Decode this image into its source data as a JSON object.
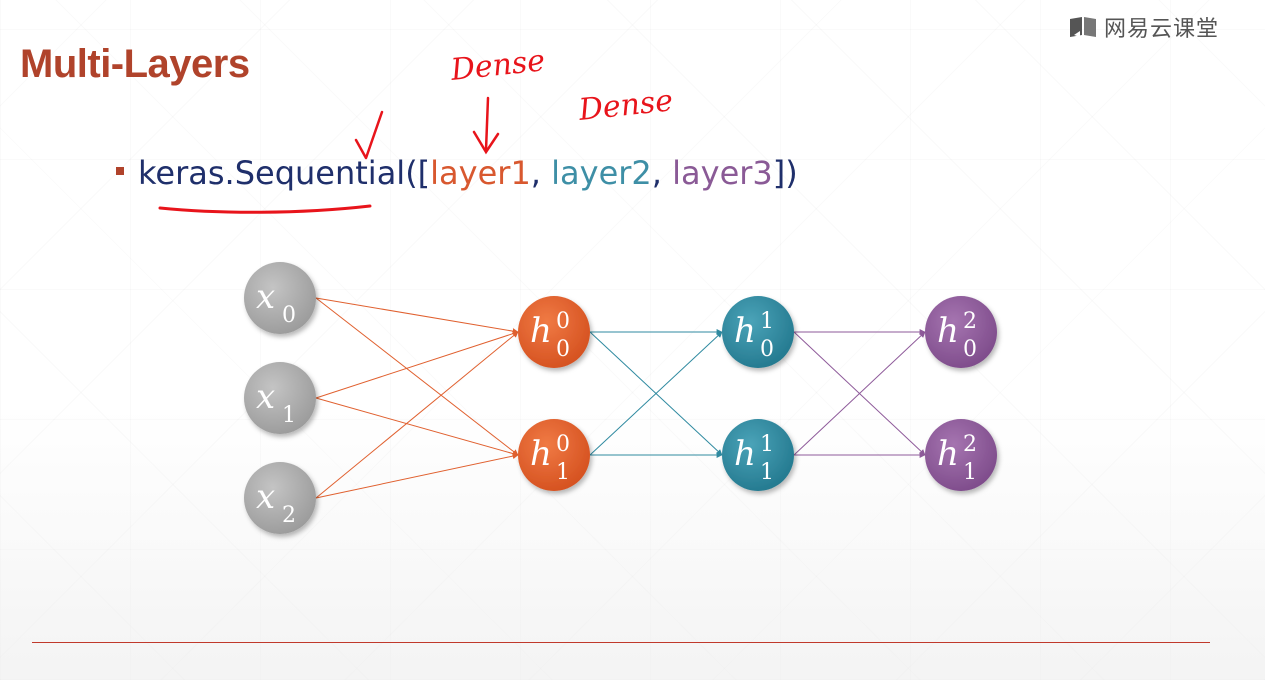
{
  "slide": {
    "title": "Multi-Layers",
    "logo_text": "网易云课堂",
    "bullet": {
      "prefix": "keras.Sequential",
      "open": "([",
      "layer1": "layer1",
      "sep1": ", ",
      "layer2": "layer2",
      "sep2": ", ",
      "layer3": "layer3",
      "close": "])"
    },
    "annotations": {
      "dense_1": "Dense",
      "dense_2": "Dense"
    }
  },
  "network": {
    "input_nodes": [
      {
        "var": "x",
        "sub": "0"
      },
      {
        "var": "x",
        "sub": "1"
      },
      {
        "var": "x",
        "sub": "2"
      }
    ],
    "layer1_nodes": [
      {
        "var": "h",
        "sub": "0",
        "sup": "0"
      },
      {
        "var": "h",
        "sub": "1",
        "sup": "0"
      }
    ],
    "layer2_nodes": [
      {
        "var": "h",
        "sub": "0",
        "sup": "1"
      },
      {
        "var": "h",
        "sub": "1",
        "sup": "1"
      }
    ],
    "layer3_nodes": [
      {
        "var": "h",
        "sub": "0",
        "sup": "2"
      },
      {
        "var": "h",
        "sub": "1",
        "sup": "2"
      }
    ]
  },
  "colors": {
    "title": "#b0432b",
    "input": "#a6a6a6",
    "layer1": "#e0602f",
    "layer2": "#2f8aa0",
    "layer3": "#8e5a9a",
    "annotation": "#e8141b"
  }
}
